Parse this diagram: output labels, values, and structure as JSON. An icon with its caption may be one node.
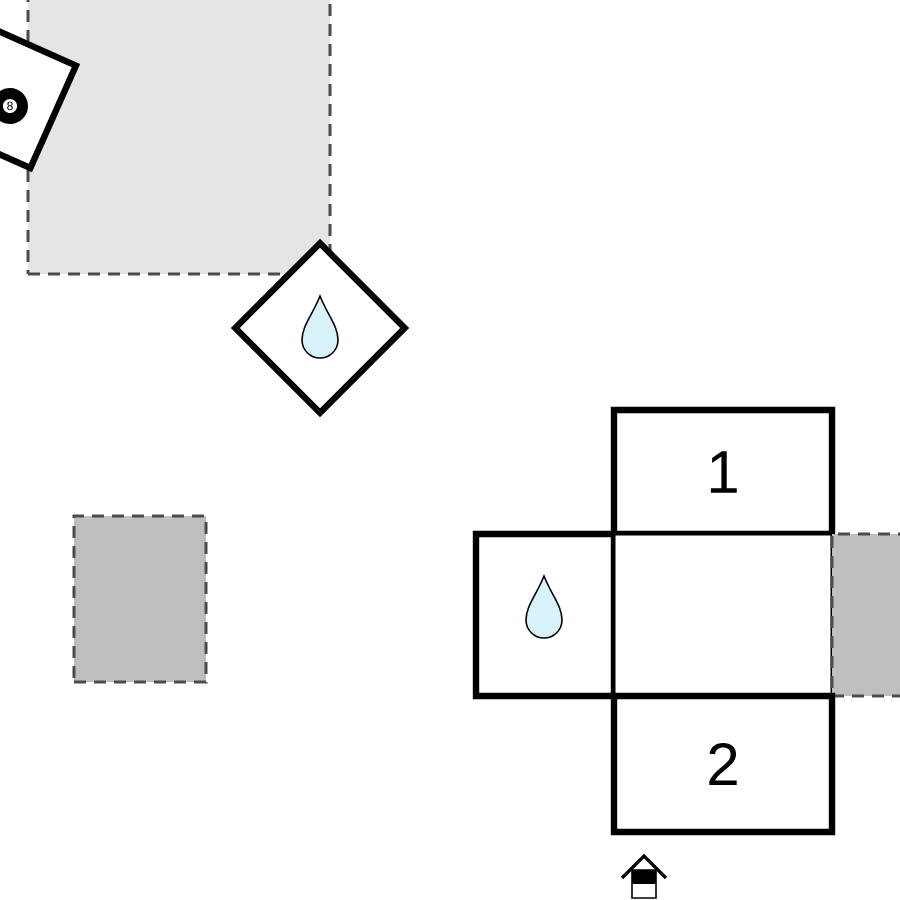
{
  "diagram": {
    "nodes": [
      {
        "text": [],
        "shape": "box"
      },
      {
        "text": [],
        "shape": "box"
      },
      {
        "text": [],
        "shape": "diamond"
      },
      {
        "text": [
          "1"
        ]
      },
      {
        "text": [],
        "shape": "box"
      },
      {
        "text": [],
        "shape": "box"
      },
      {
        "text": [],
        "shape": "box"
      },
      {
        "text": [],
        "shape": "box"
      },
      {
        "text": [
          "2"
        ]
      }
    ],
    "labels": [
      "8"
    ]
  }
}
